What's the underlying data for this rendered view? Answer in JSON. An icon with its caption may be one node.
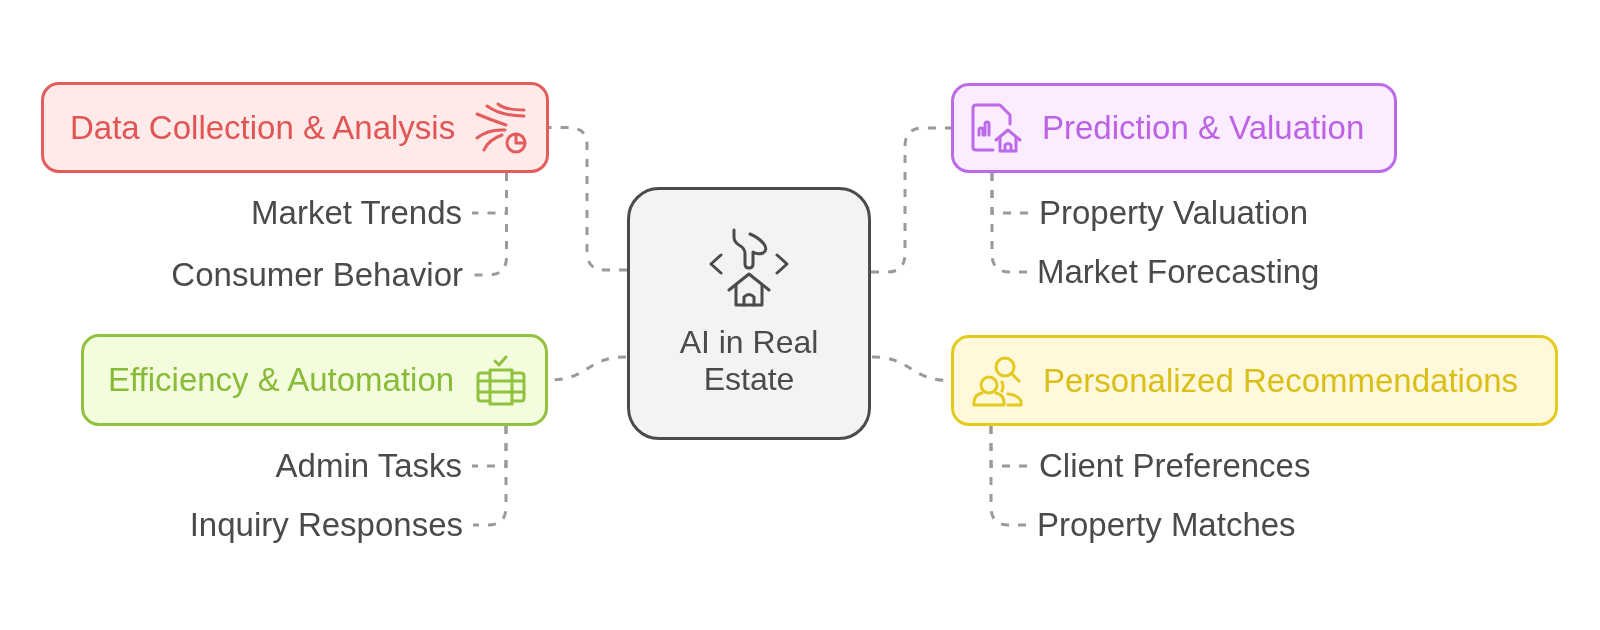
{
  "diagram": {
    "nodes": [
      {
        "text": [
          "AI in Real Estate"
        ]
      },
      {
        "text": [
          "Data Collection & Analysis"
        ]
      },
      {
        "text": [
          "Market Trends"
        ]
      },
      {
        "text": [
          "Consumer Behavior"
        ]
      },
      {
        "text": [
          "Prediction & Valuation"
        ]
      },
      {
        "text": [
          "Property Valuation"
        ]
      },
      {
        "text": [
          "Market Forecasting"
        ]
      },
      {
        "text": [
          "Efficiency & Automation"
        ]
      },
      {
        "text": [
          "Admin Tasks"
        ]
      },
      {
        "text": [
          "Inquiry Responses"
        ]
      },
      {
        "text": [
          "Personalized Recommendations"
        ]
      },
      {
        "text": [
          "Client Preferences"
        ]
      },
      {
        "text": [
          "Property Matches"
        ]
      }
    ],
    "edges": [
      {
        "from": 0,
        "to": 1,
        "arrow": "none",
        "style": "dashed"
      },
      {
        "from": 1,
        "to": 2,
        "arrow": "none",
        "style": "dashed"
      },
      {
        "from": 1,
        "to": 3,
        "arrow": "none",
        "style": "dashed"
      },
      {
        "from": 0,
        "to": 4,
        "arrow": "none",
        "style": "dashed"
      },
      {
        "from": 4,
        "to": 5,
        "arrow": "none",
        "style": "dashed"
      },
      {
        "from": 4,
        "to": 6,
        "arrow": "none",
        "style": "dashed"
      },
      {
        "from": 0,
        "to": 7,
        "arrow": "none",
        "style": "dashed"
      },
      {
        "from": 7,
        "to": 8,
        "arrow": "none",
        "style": "dashed"
      },
      {
        "from": 7,
        "to": 9,
        "arrow": "none",
        "style": "dashed"
      },
      {
        "from": 0,
        "to": 10,
        "arrow": "none",
        "style": "dashed"
      },
      {
        "from": 10,
        "to": 11,
        "arrow": "none",
        "style": "dashed"
      },
      {
        "from": 10,
        "to": 12,
        "arrow": "none",
        "style": "dashed"
      }
    ]
  }
}
